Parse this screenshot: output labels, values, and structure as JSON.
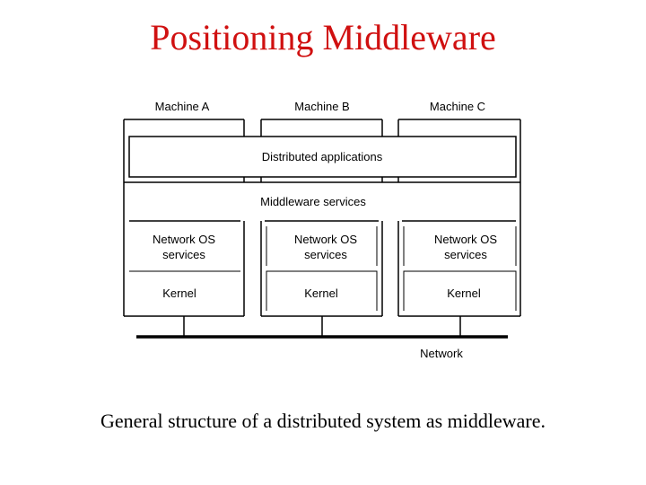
{
  "title": "Positioning Middleware",
  "caption": "General structure of a distributed system as middleware.",
  "machines": [
    {
      "label": "Machine A",
      "os_line1": "Network OS",
      "os_line2": "services",
      "kernel": "Kernel"
    },
    {
      "label": "Machine B",
      "os_line1": "Network OS",
      "os_line2": "services",
      "kernel": "Kernel"
    },
    {
      "label": "Machine C",
      "os_line1": "Network OS",
      "os_line2": "services",
      "kernel": "Kernel"
    }
  ],
  "layers": {
    "distributed_applications": "Distributed applications",
    "middleware_services": "Middleware services"
  },
  "network_label": "Network"
}
